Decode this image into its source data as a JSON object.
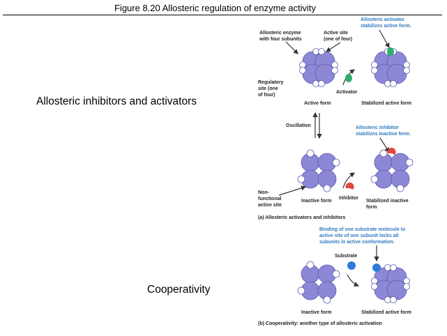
{
  "title": "Figure 8.20  Allosteric regulation of enzyme activity",
  "left_headings": [
    "Allosteric inhibitors and activators",
    "Cooperativity"
  ],
  "figure": {
    "part_a": {
      "enzyme_label": [
        "Allosteric enzyme",
        "with four subunits"
      ],
      "active_site_label": [
        "Active site",
        "(one of four)"
      ],
      "regulatory_site_label": [
        "Regulatory",
        "site (one",
        "of four)"
      ],
      "activator_label": "Activator",
      "active_form_label": "Active form",
      "stabilized_active_label": "Stabilized active form",
      "activator_note": [
        "Allosteric activator",
        "stabilizes active form."
      ],
      "oscillation_label": "Oscillation",
      "inhibitor_note": [
        "Allosteric inhibitor",
        "stabilizes inactive form."
      ],
      "nonfunctional_label": [
        "Non-",
        "functional",
        "active site"
      ],
      "inactive_form_label": "Inactive form",
      "inhibitor_label": "Inhibitor",
      "stabilized_inactive_label": [
        "Stabilized inactive",
        "form"
      ],
      "caption": "(a) Allosteric activators and inhibitors"
    },
    "part_b": {
      "substrate_note": [
        "Binding of one substrate molecule to",
        "active site of one subunit locks all",
        "subunits in active conformation."
      ],
      "substrate_label": "Substrate",
      "inactive_form_label": "Inactive form",
      "stabilized_active_label": "Stabilized active form",
      "caption": "(b) Cooperativity: another type of allosteric activation"
    },
    "colors": {
      "subunit": "#8c88d6",
      "activator": "#2fae6a",
      "inhibitor": "#e2473b",
      "substrate": "#2f7bdc",
      "note_text": "#2f7bbf"
    }
  }
}
